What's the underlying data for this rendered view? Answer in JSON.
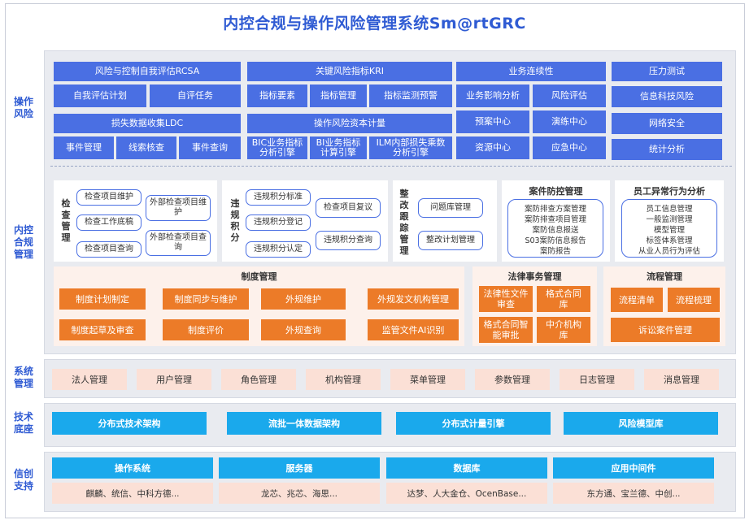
{
  "title": "内控合规与操作风险管理系统Sm@rtGRC",
  "sections": {
    "op_risk": "操作风险",
    "ic_compliance": "内控合规管理",
    "system_mgmt": "系统管理",
    "tech_base": "技术底座",
    "xinchuang": "信创支持"
  },
  "op": {
    "rcsa": "风险与控制自我评估RCSA",
    "self_plan": "自我评估计划",
    "self_task": "自评任务",
    "kri": "关键风险指标KRI",
    "kri_elem": "指标要素",
    "kri_mgmt": "指标管理",
    "kri_warn": "指标监测预警",
    "ldc": "损失数据收集LDC",
    "event_mgmt": "事件管理",
    "clue_check": "线索核查",
    "event_query": "事件查询",
    "capital": "操作风险资本计量",
    "bic_engine": "BIC业务指标分析引擎",
    "bi_engine": "BI业务指标计算引擎",
    "ilm_engine": "ILM内部损失乘数分析引擎",
    "bcm": "业务连续性",
    "bia": "业务影响分析",
    "risk_assess": "风险评估",
    "plan_center": "预案中心",
    "drill_center": "演练中心",
    "resource_center": "资源中心",
    "emergency_center": "应急中心",
    "stress": "压力测试",
    "it_risk": "信息科技风险",
    "net_sec": "网络安全",
    "stat": "统计分析"
  },
  "ic": {
    "inspect_label": "检查管理",
    "inspect_items": [
      "检查项目维护",
      "检查工作底稿",
      "检查项目查询"
    ],
    "inspect_ext": [
      "外部检查项目维护",
      "外部检查项目查询"
    ],
    "violation_label": "违规积分",
    "violation_items": [
      "违规积分标准",
      "违规积分登记",
      "违规积分认定"
    ],
    "violation_ext": [
      "检查项目复议",
      "违规积分查询"
    ],
    "rectify_label": "整改跟踪管理",
    "rectify_items": [
      "问题库管理",
      "整改计划管理"
    ],
    "case_title": "案件防控管理",
    "case_items": [
      "案防排查方案管理",
      "案防排查项目管理",
      "案防信息报送",
      "S03案防信息报告",
      "案防报告"
    ],
    "staff_title": "员工异常行为分析",
    "staff_items": [
      "员工信息管理",
      "一般监测管理",
      "模型管理",
      "标签体系管理",
      "从业人员行为评估"
    ],
    "policy_title": "制度管理",
    "policy_items": [
      "制度计划制定",
      "制度同步与维护",
      "外规维护",
      "外规发文机构管理",
      "制度起草及审查",
      "制度评价",
      "外规查询",
      "监管文件AI识别"
    ],
    "legal_title": "法律事务管理",
    "legal_items": [
      "法律性文件审查",
      "格式合同库",
      "格式合同智能审批",
      "中介机构库"
    ],
    "process_title": "流程管理",
    "process_items": [
      "流程清单",
      "流程梳理",
      "诉讼案件管理"
    ]
  },
  "sys": {
    "items": [
      "法人管理",
      "用户管理",
      "角色管理",
      "机构管理",
      "菜单管理",
      "参数管理",
      "日志管理",
      "消息管理"
    ]
  },
  "tech": {
    "items": [
      "分布式技术架构",
      "流批一体数据架构",
      "分布式计量引擎",
      "风险模型库"
    ]
  },
  "xc": {
    "heads": [
      "操作系统",
      "服务器",
      "数据库",
      "应用中间件"
    ],
    "vendors": [
      "麒麟、统信、中科方德...",
      "龙芯、兆芯、海思...",
      "达梦、人大金仓、OcenBase...",
      "东方通、宝兰德、中创..."
    ]
  },
  "colors": {
    "title": "#2f5bd3",
    "blue_block": "#4a6fe3",
    "orange_block": "#ec7b28",
    "cyan_block": "#1aa9ec",
    "pink_block": "#fbe0d6",
    "band_bg": "#e9ebf0"
  }
}
